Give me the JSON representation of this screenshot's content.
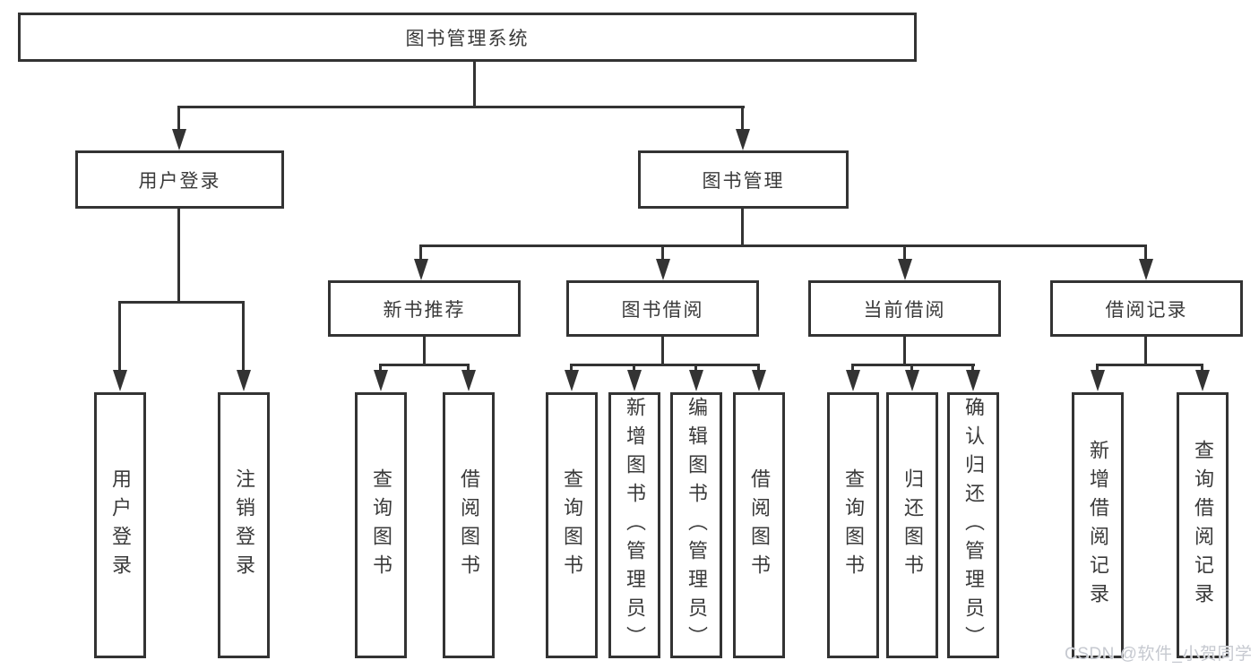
{
  "diagram": {
    "root": "图书管理系统",
    "branches": [
      {
        "label": "用户登录",
        "leaves": [
          "用户登录",
          "注销登录"
        ]
      },
      {
        "label": "图书管理",
        "sections": [
          {
            "label": "新书推荐",
            "leaves": [
              "查询图书",
              "借阅图书"
            ]
          },
          {
            "label": "图书借阅",
            "leaves": [
              "查询图书",
              "新增图书（管理员）",
              "编辑图书（管理员）",
              "借阅图书"
            ]
          },
          {
            "label": "当前借阅",
            "leaves": [
              "查询图书",
              "归还图书",
              "确认归还（管理员）"
            ]
          },
          {
            "label": "借阅记录",
            "leaves": [
              "新增借阅记录",
              "查询借阅记录"
            ]
          }
        ]
      }
    ]
  },
  "watermark": {
    "text": "CSDN @软件_小贺同学"
  },
  "colors": {
    "line": "#333333",
    "text": "#3a3a3a",
    "watermark": "#c6c9d0",
    "background": "#ffffff"
  }
}
